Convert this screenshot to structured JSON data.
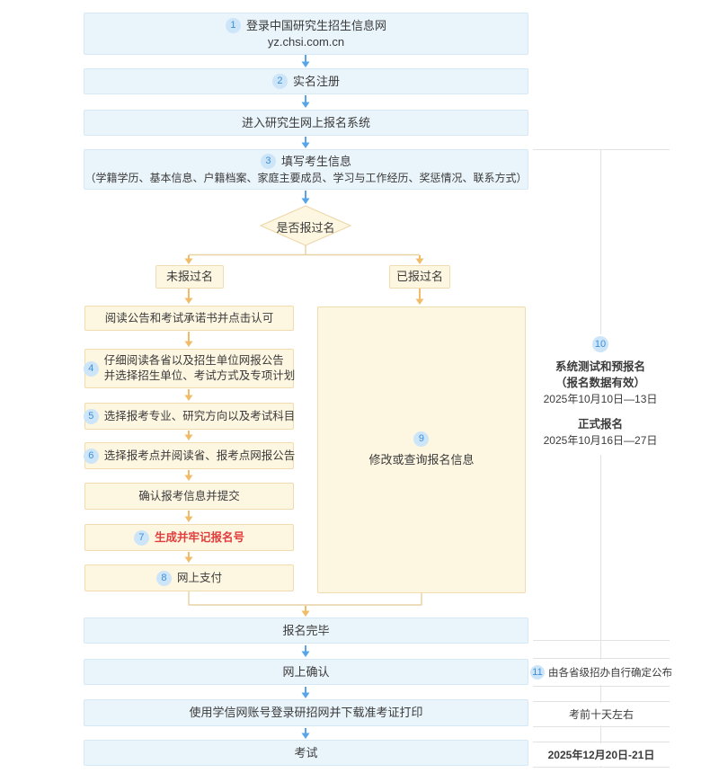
{
  "colors": {
    "accent_blue": "#55a5e8",
    "accent_orange": "#f0bc68",
    "tan_line": "#e8d2a4",
    "gray_line": "#e2e2e2",
    "box_blue_bg": "#eaf4fb",
    "box_cream_bg": "#fdf6e1",
    "circle_bg": "#cde5f8",
    "circle_text": "#3f8fd6",
    "red_text": "#e23d3d"
  },
  "flow": {
    "top": [
      {
        "num": "1",
        "line1": "登录中国研究生招生信息网",
        "line2": "yz.chsi.com.cn"
      },
      {
        "num": "2",
        "label": "实名注册"
      },
      {
        "label": "进入研究生网上报名系统"
      },
      {
        "num": "3",
        "title": "填写考生信息",
        "detail": "（学籍学历、基本信息、户籍档案、家庭主要成员、学习与工作经历、奖惩情况、联系方式）"
      }
    ],
    "decision": "是否报过名",
    "branch_no": "未报过名",
    "branch_yes": "已报过名",
    "left": [
      {
        "label": "阅读公告和考试承诺书并点击认可"
      },
      {
        "num": "4",
        "line1": "仔细阅读各省以及招生单位网报公告",
        "line2": "并选择招生单位、考试方式及专项计划"
      },
      {
        "num": "5",
        "label": "选择报考专业、研究方向以及考试科目"
      },
      {
        "num": "6",
        "label": "选择报考点并阅读省、报考点网报公告"
      },
      {
        "label": "确认报考信息并提交"
      },
      {
        "num": "7",
        "label": "生成并牢记报名号"
      },
      {
        "num": "8",
        "label": "网上支付"
      }
    ],
    "right_box": {
      "num": "9",
      "label": "修改或查询报名信息"
    },
    "bottom": [
      "报名完毕",
      "网上确认",
      "使用学信网账号登录研招网并下载准考证打印",
      "考试"
    ]
  },
  "annotations": {
    "schedule": {
      "num": "10",
      "phase1_title": "系统测试和预报名",
      "phase1_note": "（报名数据有效）",
      "phase1_date": "2025年10月10日—13日",
      "phase2_title": "正式报名",
      "phase2_date": "2025年10月16日—27日"
    },
    "confirm": {
      "num": "11",
      "label": "由各省级招办自行确定公布"
    },
    "admission_ticket": "考前十天左右",
    "exam_date": "2025年12月20日-21日"
  }
}
